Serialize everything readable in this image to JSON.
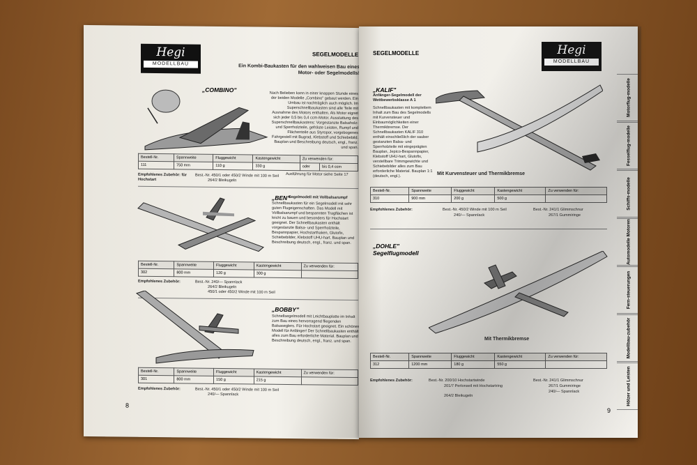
{
  "brand": {
    "logo_text": "Hegi",
    "logo_sub": "MODELLBAU"
  },
  "left_page": {
    "section": "SEGELMODELLE",
    "page_number": "8",
    "intro_heading": "Ein Kombi-Baukasten für den wahlweisen Bau eines Motor- oder Segelmodells!",
    "combino": {
      "name": "„COMBINO\"",
      "text": "Nach Belieben kann in einer knappen Stunde eines der beiden Modelle „Combino\" gebaut werden. Ein Umbau ist nachträglich auch möglich. Im Superschnellbaukasten sind alle Teile mit Ausnahme des Motors enthalten. Als Motor eignet sich jeder 0,5 bis 0,4 ccm-Motor. Ausstattung des Superschnellbaukastens: Vorgestanzte Balsaholz- und Sperrholzteile, gefräste Leisten, Rumpf und Flächenteile aus Styropor, vorgebogenes Fahrgestell mit Bugrad, Klebstoff und Schiebebild. Bauplan und Beschreibung deutsch, engl., franz. und span.",
      "headers": [
        "Bestell-Nr.",
        "Spannweite",
        "Fluggewicht",
        "Kastengewicht",
        "Zu verwenden für:"
      ],
      "row": [
        "111",
        "750 mm",
        "110 g",
        "330 g",
        "oder",
        "bis 0,4 ccm"
      ],
      "note": "Ausführung für Motor siehe Seite 17",
      "acc_label": "Empfohlenes Zubehör: für Hochstart",
      "acc": [
        "Best.-Nr. 450/1  oder 450/2 Winde mit 100 m Seil",
        "264/2  Bleikugeln"
      ]
    },
    "ben": {
      "name": "„BEN\"",
      "subtitle": "Segelmodell mit Vollbalsarumpf",
      "text": "Schnellbaukasten für ein Segelmodell mit sehr guten Flugeigenschaften. Das Modell mit Vollbalsarumpf und bespannten Tragflächen ist leicht zu bauen und besonders für Hochstart geeignet. Der Schnellbaukasten enthält vorgestanzte Balsa- und Sperrholzteile, Bespannpapier, Hochstarthaken, Glutofix, Schiebebilder, Klebstoff UHU-hart. Bauplan und Beschreibung deutsch, engl., franz. und span.",
      "headers": [
        "Bestell-Nr.",
        "Spannweite",
        "Fluggewicht",
        "Kastengewicht",
        "Zu verwenden für:"
      ],
      "row": [
        "302",
        "800 mm",
        "120 g",
        "300 g",
        ""
      ],
      "acc_label": "Empfohlenes Zubehör:",
      "acc": [
        "Best.-Nr. 240/—  Spannlack",
        "264/2  Bleikugeln",
        "450/1  oder 450/2 Winde mit 100 m Seil"
      ]
    },
    "bobby": {
      "name": "„BOBBY\"",
      "text": "Schnellsegelmodell mit Leichtbauplatte im Inhalt zum Bau eines hervorragend fliegenden Balsaseglers. Für Hochstart geeignet. Ein schönes Modell für Anfänger! Der Schnellbaukasten enthält alles zum Bau erforderliche Material. Bauplan und Beschreibung deutsch, engl., franz. und span.",
      "headers": [
        "Bestell-Nr.",
        "Spannweite",
        "Fluggewicht",
        "Kastengewicht",
        "Zu verwenden für:"
      ],
      "row": [
        "301",
        "800 mm",
        "150 g",
        "215 g",
        ""
      ],
      "acc_label": "Empfohlenes Zubehör:",
      "acc": [
        "Best.-Nr. 450/1  oder 450/2 Winde mit 100 m Seil",
        "240/—  Spannlack"
      ]
    }
  },
  "right_page": {
    "section": "SEGELMODELLE",
    "page_number": "9",
    "kalif": {
      "name": "„KALIF\"",
      "subtitle": "Anfänger-Segelmodell der Wettbewerbsklasse A 1",
      "text": "Schnellbaukasten mit komplettem Inhalt zum Bau des Segelmodells mit Kurvensteuer und Einbaumöglichkeiten einer Thermikbremse. Der Schnellbaukasten KALIF 310 enthält einschließlich der sauber gestanzten Balsa- und Sperrholzteile mit eingeprägten Bauplan, Jepico-Bespannpapier, Klebstoff UHU-hart, Glutofix, verstellbare Trimmgewichte und Schiebebilder alles zum Bau erforderliche Material. Bauplan 1:1 (deutsch, engl.).",
      "caption": "Mit Kurvensteuer und Thermikbremse",
      "headers": [
        "Bestell-Nr.",
        "Spannweite",
        "Fluggewicht",
        "Kastengewicht",
        "Zu verwenden für:"
      ],
      "row": [
        "310",
        "900 mm",
        "200 g",
        "500 g",
        ""
      ],
      "acc_label": "Empfohlenes Zubehör:",
      "acc": [
        "Best.-Nr. 450/2  Winde mit 100 m Seil",
        "240/—  Spannlack"
      ],
      "acc2": [
        "Best.-Nr. 241/1  Glimmschnur",
        "267/1  Gummiringe"
      ]
    },
    "dohle": {
      "name": "„DOHLE\"",
      "subtitle": "Segelflugmodell",
      "caption": "Mit Thermikbremse",
      "headers": [
        "Bestell-Nr.",
        "Spannweite",
        "Fluggewicht",
        "Kastengewicht",
        "Zu verwenden für:"
      ],
      "row": [
        "312",
        "1200 mm",
        "180 g",
        "550 g",
        ""
      ],
      "acc_label": "Empfohlenes Zubehör:",
      "acc": [
        "Best.-Nr. 200/10  Hochstartwinde",
        "201/7  Perlonseil mit Hochstartring",
        "264/2  Bleikugeln"
      ],
      "acc2": [
        "Best.-Nr. 241/1  Glimmschnur",
        "267/1  Gummiringe",
        "240/—  Spannlack"
      ]
    },
    "tabs": [
      "Motorflug-modelle",
      "Fesselflug-modelle",
      "Schiffs-modelle",
      "Automodelle Motoren",
      "Fern-steuerungen",
      "Modellbau-zubehör",
      "Hölzer und Leisten"
    ]
  }
}
